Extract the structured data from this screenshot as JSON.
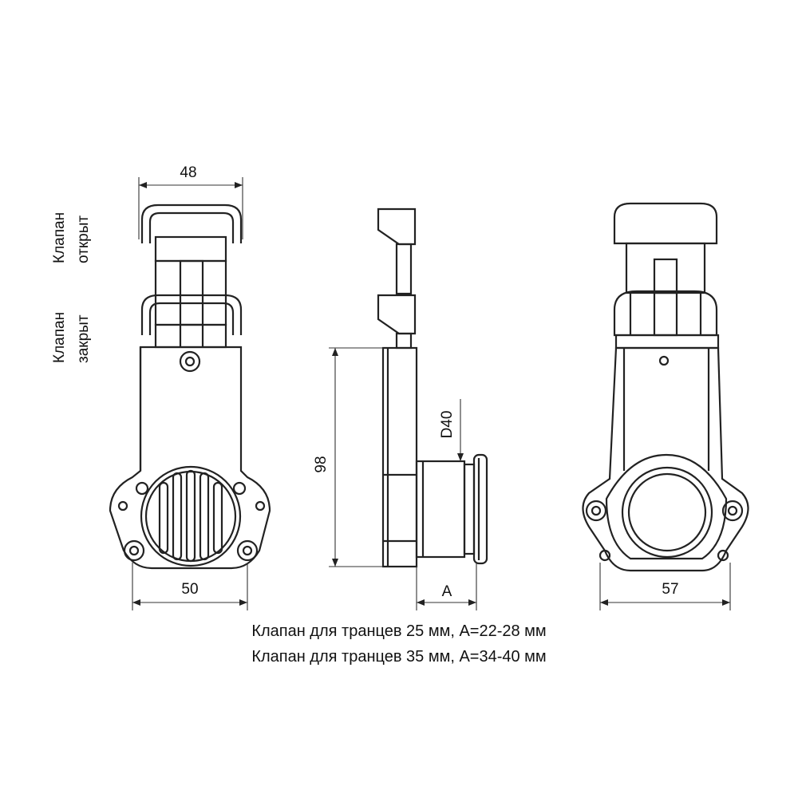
{
  "state_labels": {
    "open": [
      "Клапан",
      "открыт"
    ],
    "closed": [
      "Клапан",
      "закрыт"
    ]
  },
  "dimensions": {
    "front_top_width": "48",
    "front_bottom_width": "50",
    "side_height": "98",
    "side_port": "D40",
    "side_transom": "A",
    "rear_width": "57"
  },
  "captions": [
    "Клапан для транцев 25 мм, A=22-28 мм",
    "Клапан для транцев 35 мм, A=34-40 мм"
  ]
}
